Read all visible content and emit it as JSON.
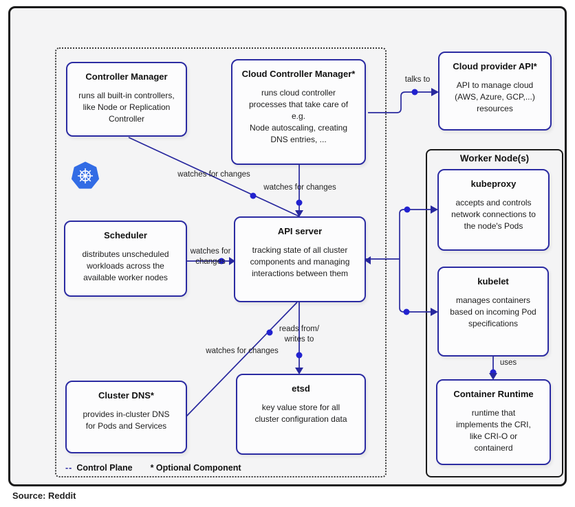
{
  "colors": {
    "accent_navy": "#2b2ba2",
    "dot_blue": "#2222cf",
    "kubernetes_blue": "#326ce5",
    "frame_black": "#1a1a1a",
    "background": "#f4f4f5"
  },
  "footer": {
    "source": "Source: Reddit"
  },
  "legend": {
    "dashes": "--",
    "control_plane": "Control Plane",
    "optional": "* Optional Component"
  },
  "worker_node": {
    "title": "Worker Node(s)"
  },
  "boxes": {
    "controller_manager": {
      "title": "Controller Manager",
      "body": [
        "runs all built-in controllers,",
        "like Node or Replication",
        "Controller"
      ]
    },
    "cloud_controller_manager": {
      "title": "Cloud Controller Manager*",
      "body": [
        "runs cloud controller",
        "processes that take care of",
        "e.g.",
        "Node autoscaling, creating",
        "DNS entries, ..."
      ]
    },
    "cloud_provider_api": {
      "title": "Cloud provider API*",
      "body": [
        "API to manage cloud",
        "(AWS, Azure, GCP,...)",
        "resources"
      ]
    },
    "scheduler": {
      "title": "Scheduler",
      "body": [
        "distributes unscheduled",
        "workloads across the",
        "available worker nodes"
      ]
    },
    "api_server": {
      "title": "API server",
      "body": [
        "tracking state of all cluster",
        "components and managing",
        "interactions between them"
      ]
    },
    "cluster_dns": {
      "title": "Cluster DNS*",
      "body": [
        "provides in-cluster DNS",
        "for Pods and Services"
      ]
    },
    "etsd": {
      "title": "etsd",
      "body": [
        "key value store for all",
        "cluster configuration data"
      ]
    },
    "kubeproxy": {
      "title": "kubeproxy",
      "body": [
        "accepts and controls",
        "network connections to",
        "the node's Pods"
      ]
    },
    "kubelet": {
      "title": "kubelet",
      "body": [
        "manages containers",
        "based on incoming Pod",
        "specifications"
      ]
    },
    "container_runtime": {
      "title": "Container Runtime",
      "body": [
        "runtime that",
        "implements the CRI,",
        "like CRI-O or",
        "containerd"
      ]
    }
  },
  "edge_labels": {
    "watches_cm": "watches for changes",
    "watches_ccm": "watches for changes",
    "watches_scheduler": [
      "watches for",
      "changes"
    ],
    "reads_writes": [
      "reads from/",
      "writes to"
    ],
    "watches_dns": "watches for changes",
    "talks_to": "talks to",
    "uses": "uses"
  }
}
